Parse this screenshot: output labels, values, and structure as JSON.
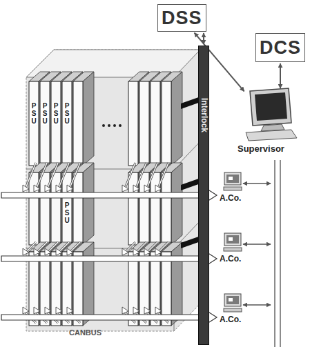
{
  "diagram": {
    "nodes": [
      {
        "text": [
          "DSS"
        ]
      },
      {
        "text": [
          "DCS"
        ]
      },
      {
        "text": [
          "Supervisor"
        ]
      },
      {
        "text": [
          "Interlock"
        ]
      },
      {
        "text": [
          "A.Co."
        ]
      },
      {
        "text": [
          "A.Co."
        ]
      },
      {
        "text": [
          "A.Co."
        ]
      }
    ],
    "edges": [
      {
        "from": 0,
        "to": 3,
        "arrow": "both"
      },
      {
        "from": 0,
        "to": 2,
        "arrow": "both"
      },
      {
        "from": 1,
        "to": 2,
        "arrow": "both"
      }
    ],
    "labels": [
      "PSU",
      "PSU",
      "PSU",
      "PSU",
      "PSU",
      "CANBUS"
    ]
  }
}
